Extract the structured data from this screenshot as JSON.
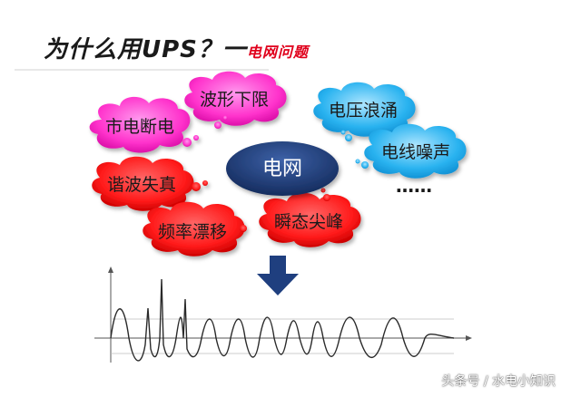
{
  "title": {
    "main": "为什么用UPS？一",
    "sub": "电网问题"
  },
  "center": {
    "label": "电网"
  },
  "problems": {
    "p1": "市电断电",
    "p2": "波形下限",
    "p3": "谐波失真",
    "p4": "频率漂移",
    "p5": "瞬态尖峰",
    "p6": "电压浪涌",
    "p7": "电线噪声",
    "more": "……"
  },
  "colors": {
    "magenta_cloud": "#ff33cc",
    "red_cloud": "#ff1a1a",
    "blue_cloud": "#22aaee",
    "center_ellipse": "#1f3f7f",
    "arrow": "#1f3f7f"
  },
  "watermark": "头条号 / 水电小知识"
}
